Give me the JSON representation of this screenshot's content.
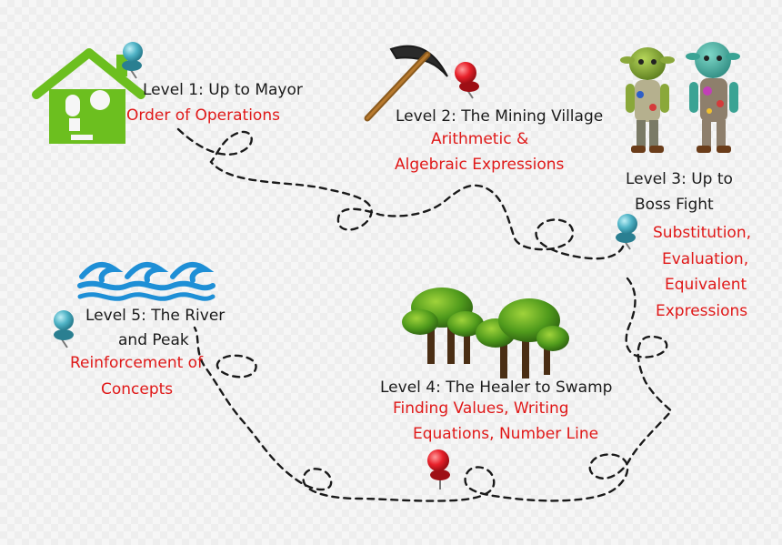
{
  "levels": [
    {
      "title_lines": [
        "Level 1: Up to Mayor"
      ],
      "topic_lines": [
        "Order of Operations"
      ],
      "icon": "house-icon",
      "pin": "blue"
    },
    {
      "title_lines": [
        "Level 2: The Mining Village"
      ],
      "topic_lines": [
        "Arithmetic &",
        "Algebraic Expressions"
      ],
      "icon": "pickaxe-icon",
      "pin": "red"
    },
    {
      "title_lines": [
        "Level 3: Up to",
        "Boss Fight"
      ],
      "topic_lines": [
        "Substitution,",
        "Evaluation,",
        "Equivalent",
        "Expressions"
      ],
      "icon": "goblins-icon",
      "pin": "blue"
    },
    {
      "title_lines": [
        "Level 4: The Healer to Swamp"
      ],
      "topic_lines": [
        "Finding Values, Writing",
        "Equations, Number Line"
      ],
      "icon": "trees-icon",
      "pin": "red"
    },
    {
      "title_lines": [
        "Level 5: The River",
        "and Peak"
      ],
      "topic_lines": [
        "Reinforcement of",
        "Concepts"
      ],
      "icon": "waves-icon",
      "pin": "blue"
    }
  ],
  "colors": {
    "title_text": "#1a1a1a",
    "topic_text": "#e01818",
    "house_green": "#6cbf1f",
    "pin_blue": "#4fb3c6",
    "pin_red": "#e8202a",
    "wave_blue": "#1e8fd6",
    "path_dash": "#1a1a1a"
  }
}
